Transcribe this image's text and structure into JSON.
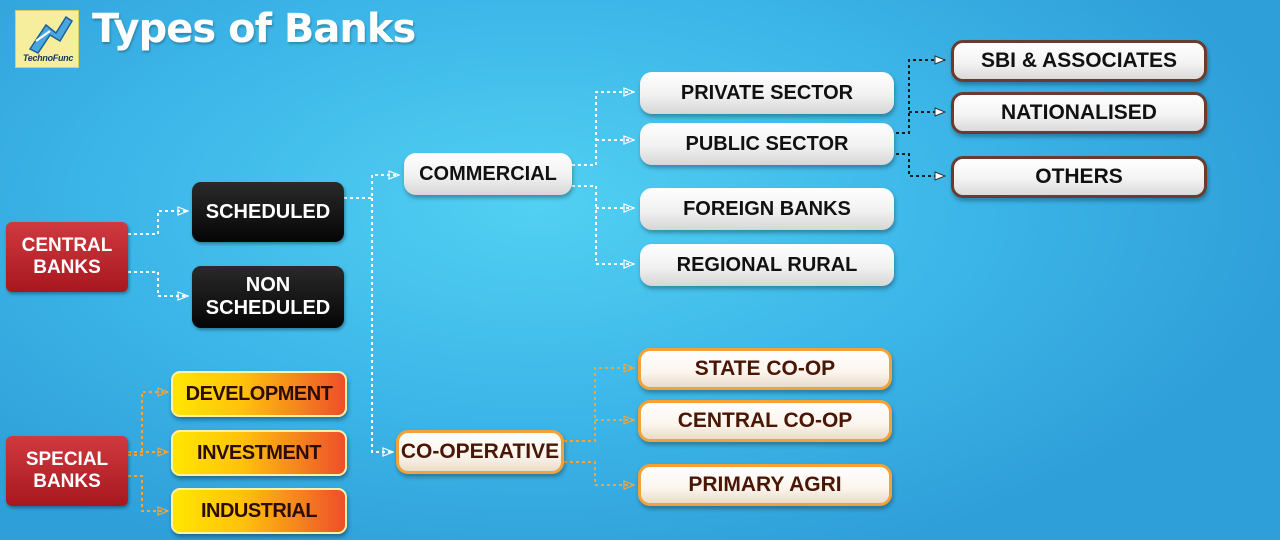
{
  "header": {
    "title": "Types of Banks",
    "logo_text": "TechnoFunc"
  },
  "nodes": {
    "central_banks": "CENTRAL BANKS",
    "special_banks": "SPECIAL BANKS",
    "scheduled": "SCHEDULED",
    "non_scheduled": "NON SCHEDULED",
    "development": "DEVELOPMENT",
    "investment": "INVESTMENT",
    "industrial": "INDUSTRIAL",
    "commercial": "COMMERCIAL",
    "co_operative": "CO-OPERATIVE",
    "private_sector": "PRIVATE SECTOR",
    "public_sector": "PUBLIC SECTOR",
    "foreign_banks": "FOREIGN BANKS",
    "regional_rural": "REGIONAL RURAL",
    "sbi_associates": "SBI & ASSOCIATES",
    "nationalised": "NATIONALISED",
    "others": "OTHERS",
    "state_coop": "STATE CO-OP",
    "central_coop": "CENTRAL CO-OP",
    "primary_agri": "PRIMARY AGRI"
  },
  "colors": {
    "background": "#3cb6e8",
    "red_node": "#b82128",
    "black_node": "#0a0a0a",
    "connector_white": "#ffffff",
    "connector_orange": "#f5a43a",
    "connector_dark": "#1a1a1a",
    "frame_brown": "#6a3b2e"
  }
}
